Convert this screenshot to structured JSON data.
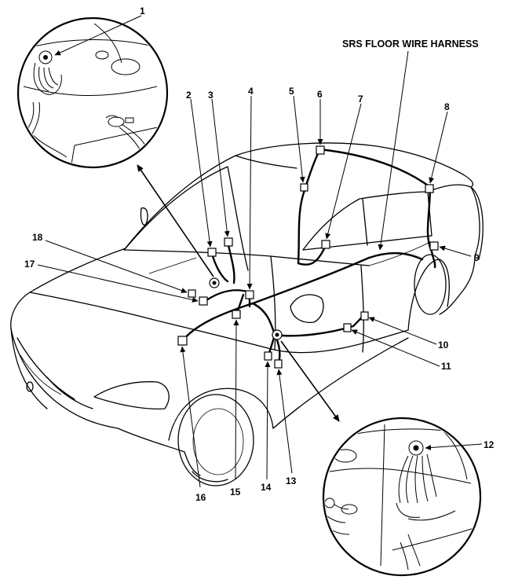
{
  "title": "SRS FLOOR WIRE HARNESS",
  "callouts": [
    "1",
    "2",
    "3",
    "4",
    "5",
    "6",
    "7",
    "8",
    "9",
    "10",
    "11",
    "12",
    "13",
    "14",
    "15",
    "16",
    "17",
    "18"
  ],
  "colors": {
    "ink": "#000000",
    "paper": "#ffffff"
  }
}
